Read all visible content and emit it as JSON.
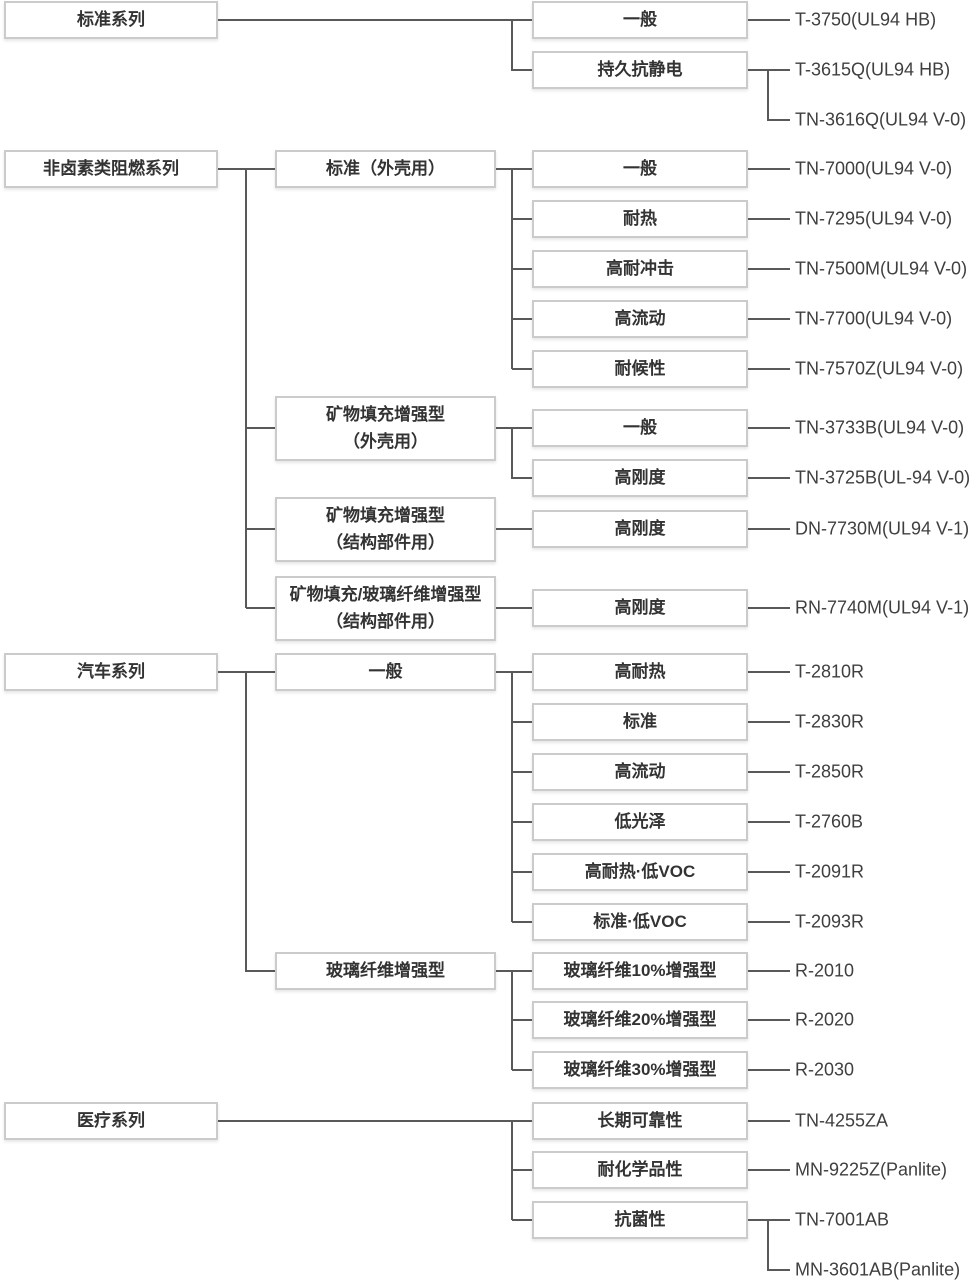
{
  "styles": {
    "bg": "#ffffff",
    "line_color": "#58595b",
    "box_border": "#cbcbcb",
    "box_bg": "#ffffff",
    "box_text": "#333333",
    "product_text": "#3f3f3f"
  },
  "tree": {
    "sections": [
      {
        "series": "标准系列",
        "groups": [
          {
            "items": [
              {
                "label": "一般",
                "products": [
                  "T-3750(UL94 HB)"
                ]
              },
              {
                "label": "持久抗静电",
                "products": [
                  "T-3615Q(UL94 HB)",
                  "TN-3616Q(UL94 V-0)"
                ]
              }
            ]
          }
        ]
      },
      {
        "series": "非卤素类阻燃系列",
        "groups": [
          {
            "label_lines": [
              "标准（外壳用）"
            ],
            "items": [
              {
                "label": "一般",
                "products": [
                  "TN-7000(UL94 V-0)"
                ]
              },
              {
                "label": "耐热",
                "products": [
                  "TN-7295(UL94 V-0)"
                ]
              },
              {
                "label": "高耐冲击",
                "products": [
                  "TN-7500M(UL94 V-0)"
                ]
              },
              {
                "label": "高流动",
                "products": [
                  "TN-7700(UL94 V-0)"
                ]
              },
              {
                "label": "耐候性",
                "products": [
                  "TN-7570Z(UL94 V-0)"
                ]
              }
            ]
          },
          {
            "label_lines": [
              "矿物填充增强型",
              "（外壳用）"
            ],
            "items": [
              {
                "label": "一般",
                "products": [
                  "TN-3733B(UL94 V-0)"
                ]
              },
              {
                "label": "高刚度",
                "products": [
                  "TN-3725B(UL-94 V-0)"
                ]
              }
            ]
          },
          {
            "label_lines": [
              "矿物填充增强型",
              "（结构部件用）"
            ],
            "items": [
              {
                "label": "高刚度",
                "products": [
                  "DN-7730M(UL94 V-1)"
                ]
              }
            ]
          },
          {
            "label_lines": [
              "矿物填充/玻璃纤维增强型",
              "（结构部件用）"
            ],
            "items": [
              {
                "label": "高刚度",
                "products": [
                  "RN-7740M(UL94 V-1)"
                ]
              }
            ]
          }
        ]
      },
      {
        "series": "汽车系列",
        "groups": [
          {
            "label_lines": [
              "一般"
            ],
            "items": [
              {
                "label": "高耐热",
                "products": [
                  "T-2810R"
                ]
              },
              {
                "label": "标准",
                "products": [
                  "T-2830R"
                ]
              },
              {
                "label": "高流动",
                "products": [
                  "T-2850R"
                ]
              },
              {
                "label": "低光泽",
                "products": [
                  "T-2760B"
                ]
              },
              {
                "label": "高耐热·低VOC",
                "products": [
                  "T-2091R"
                ]
              },
              {
                "label": "标准·低VOC",
                "products": [
                  "T-2093R"
                ]
              }
            ]
          },
          {
            "label_lines": [
              "玻璃纤维增强型"
            ],
            "items": [
              {
                "label": "玻璃纤维10%增强型",
                "products": [
                  "R-2010"
                ]
              },
              {
                "label": "玻璃纤维20%增强型",
                "products": [
                  "R-2020"
                ]
              },
              {
                "label": "玻璃纤维30%增强型",
                "products": [
                  "R-2030"
                ]
              }
            ]
          }
        ]
      },
      {
        "series": "医疗系列",
        "groups": [
          {
            "items": [
              {
                "label": "长期可靠性",
                "products": [
                  "TN-4255ZA"
                ]
              },
              {
                "label": "耐化学品性",
                "products": [
                  "MN-9225Z(Panlite)"
                ]
              },
              {
                "label": "抗菌性",
                "products": [
                  "TN-7001AB",
                  "MN-3601AB(Panlite)"
                ]
              }
            ]
          }
        ]
      }
    ]
  }
}
